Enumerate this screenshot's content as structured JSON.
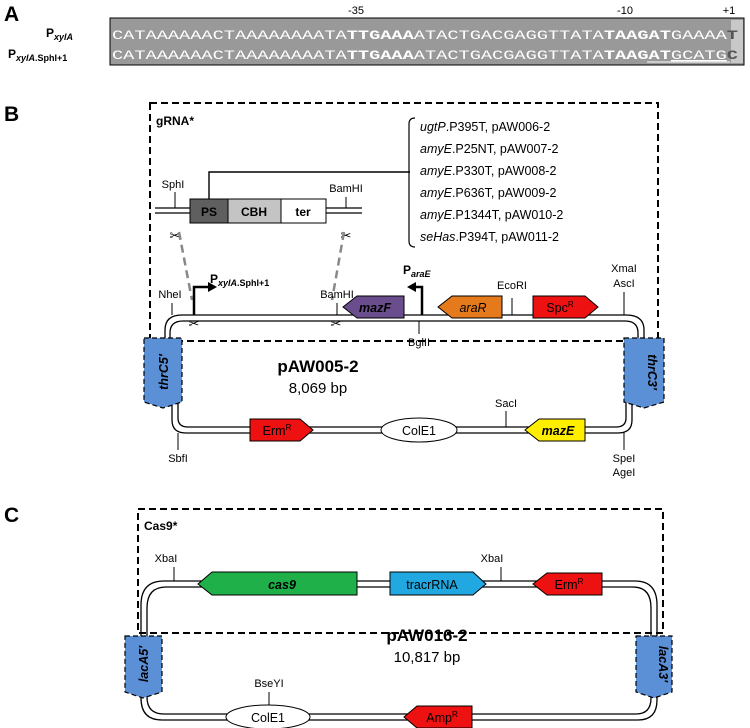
{
  "panels": {
    "a": "A",
    "b": "B",
    "c": "C"
  },
  "panel_a": {
    "pos_minus35": "-35",
    "pos_minus10": "-10",
    "pos_plus1": "+1",
    "row1": {
      "label_main": "P",
      "label_sub": "xylA",
      "seq_pre": "CATAAAAAACTAAAAAAAATA",
      "box35": "TTGAAA",
      "seq_mid": "ATACTGACGAGGTTATA",
      "box10": "TAAGAT",
      "seq_post": "GAAAA",
      "tss": "T"
    },
    "row2": {
      "label_main": "P",
      "label_sub": "xylA.SphI+1",
      "seq_pre": "CATAAAAAACTAAAAAAAATA",
      "box35": "TTGAAA",
      "seq_mid": "ATACTGACGAGGTTATA",
      "box10": "TAAGAT",
      "seq_post": "GCATG",
      "tss": "C"
    }
  },
  "panel_b": {
    "box_title": "gRNA*",
    "cassette": {
      "ps": "PS",
      "cbh": "CBH",
      "ter": "ter"
    },
    "cassette_sites": {
      "left": "SphI",
      "right": "BamHI"
    },
    "grna_list": [
      {
        "gene": "ugtP",
        "rest": ".P395T, pAW006-2"
      },
      {
        "gene": "amyE",
        "rest": ".P25NT, pAW007-2"
      },
      {
        "gene": "amyE",
        "rest": ".P330T, pAW008-2"
      },
      {
        "gene": "amyE",
        "rest": ".P636T, pAW009-2"
      },
      {
        "gene": "amyE",
        "rest": ".P1344T, pAW010-2"
      },
      {
        "gene": "seHas",
        "rest": ".P394T, pAW011-2"
      }
    ],
    "promoter_xyl": {
      "main": "P",
      "sub": "xylA.SphI+1"
    },
    "promoter_ara": {
      "main": "P",
      "sub": "araE"
    },
    "sites": {
      "nhei": "NheI",
      "bamhi": "BamHI",
      "bglii": "BglII",
      "ecori": "EcoRI",
      "xmai": "XmaI",
      "asci": "AscI",
      "saci": "SacI",
      "spei": "SpeI",
      "agei": "AgeI",
      "sbfi": "SbfI"
    },
    "genes": {
      "mazf": "mazF",
      "arar": "araR",
      "spc": "Spc",
      "spc_sup": "R",
      "erm": "Erm",
      "erm_sup": "R",
      "cole1": "ColE1",
      "maze": "mazE",
      "thrc5": "thrC5′",
      "thrc3": "thrC3′"
    },
    "plasmid_name": "pAW005-2",
    "plasmid_size": "8,069 bp",
    "colors": {
      "mazf": "#6a4d8c",
      "arar": "#e57a1c",
      "spc": "#ee1111",
      "erm": "#ee1111",
      "maze": "#ffee00",
      "homology": "#5b8fd6"
    }
  },
  "panel_c": {
    "box_title": "Cas9*",
    "sites": {
      "xbai_left": "XbaI",
      "xbai_right": "XbaI",
      "bseyi": "BseYI"
    },
    "genes": {
      "cas9": "cas9",
      "tracr": "tracrRNA",
      "erm": "Erm",
      "erm_sup": "R",
      "cole1": "ColE1",
      "amp": "Amp",
      "amp_sup": "R",
      "laca5": "lacA5′",
      "laca3": "lacA3′"
    },
    "plasmid_name": "pAW016-2",
    "plasmid_size": "10,817 bp",
    "colors": {
      "cas9": "#1fb04a",
      "tracr": "#22a8e0",
      "erm": "#ee1111",
      "amp": "#ee1111",
      "homology": "#5b8fd6"
    }
  }
}
